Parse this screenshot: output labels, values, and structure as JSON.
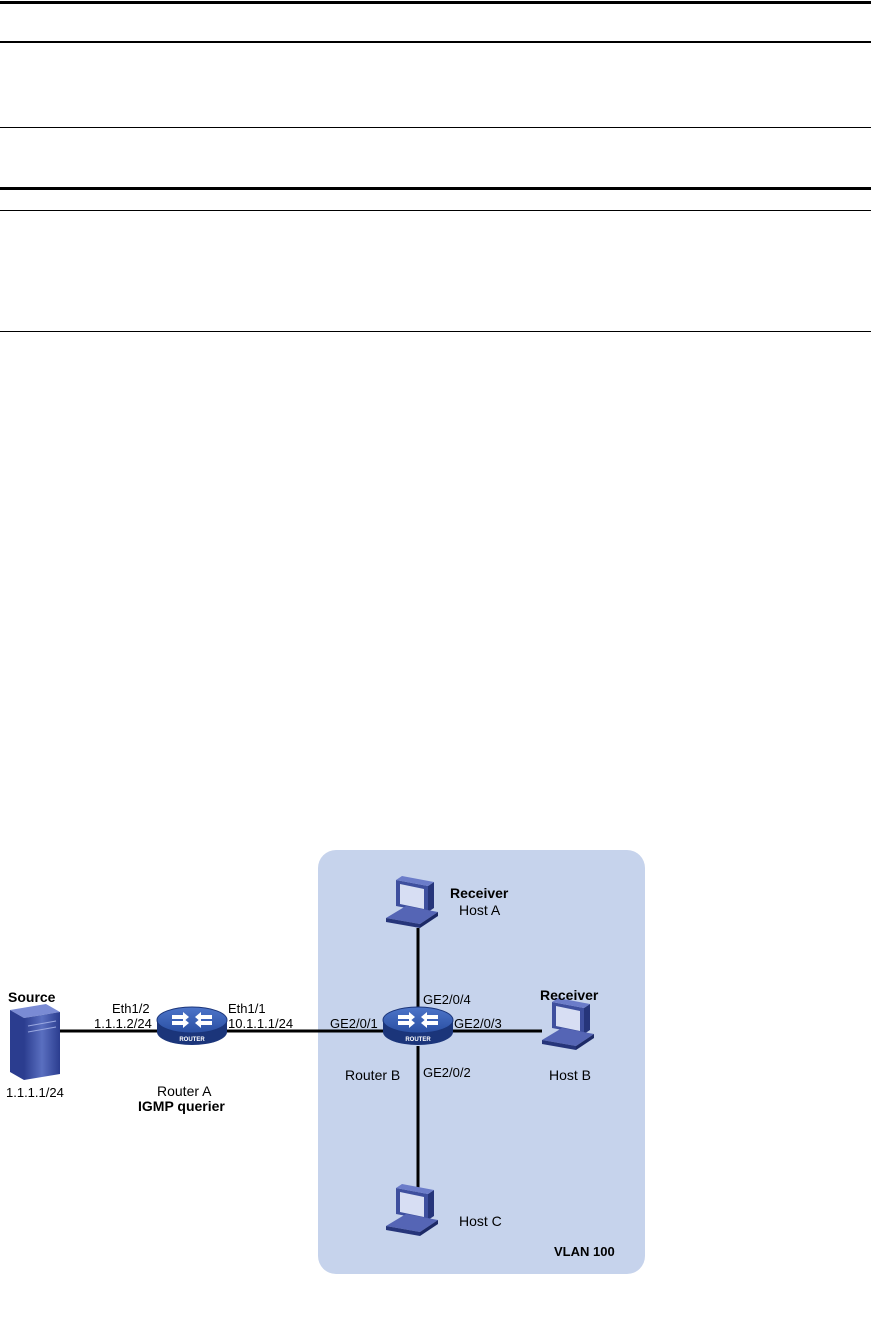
{
  "diagram": {
    "vlan_label": "VLAN 100",
    "source": {
      "role": "Source",
      "ip": "1.1.1.1/24"
    },
    "router_a": {
      "name": "Router A",
      "role": "IGMP querier",
      "icon_text": "ROUTER",
      "eth1_2": {
        "port": "Eth1/2",
        "ip": "1.1.1.2/24"
      },
      "eth1_1": {
        "port": "Eth1/1",
        "ip": "10.1.1.1/24"
      }
    },
    "router_b": {
      "name": "Router B",
      "icon_text": "ROUTER",
      "ports": {
        "ge1": "GE2/0/1",
        "ge2": "GE2/0/2",
        "ge3": "GE2/0/3",
        "ge4": "GE2/0/4"
      }
    },
    "host_a": {
      "role": "Receiver",
      "name": "Host A"
    },
    "host_b": {
      "role": "Receiver",
      "name": "Host B"
    },
    "host_c": {
      "name": "Host C"
    },
    "colors": {
      "vlan_bg": "#c6d3ec",
      "router": "#2d52a6",
      "router_dark": "#1b357a",
      "host": "#3e4f9e"
    }
  }
}
